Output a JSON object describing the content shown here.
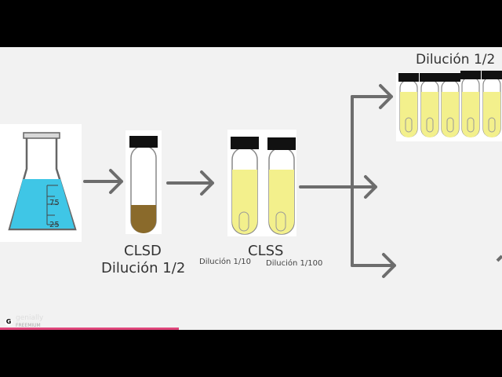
{
  "flask": {
    "marks": [
      "75",
      "25"
    ],
    "liquid_color": "#3fc6e6"
  },
  "steps": {
    "clsd": {
      "title": "CLSD",
      "subtitle": "Dilución 1/2"
    },
    "clss": {
      "title": "CLSS",
      "dil_a": "Dilución 1/10",
      "dil_b": "Dilución 1/100"
    }
  },
  "top_branch": {
    "label": "Dilución 1/2"
  },
  "branding": {
    "logo_text": "genially",
    "logo_sub": "FREEMIUM",
    "logo_letter": "G"
  },
  "colors": {
    "arrow": "#6d6d6d",
    "broth": "#f3f08c",
    "sediment": "#8a6a2b",
    "cap": "#111111",
    "progress": "#e0457b"
  }
}
